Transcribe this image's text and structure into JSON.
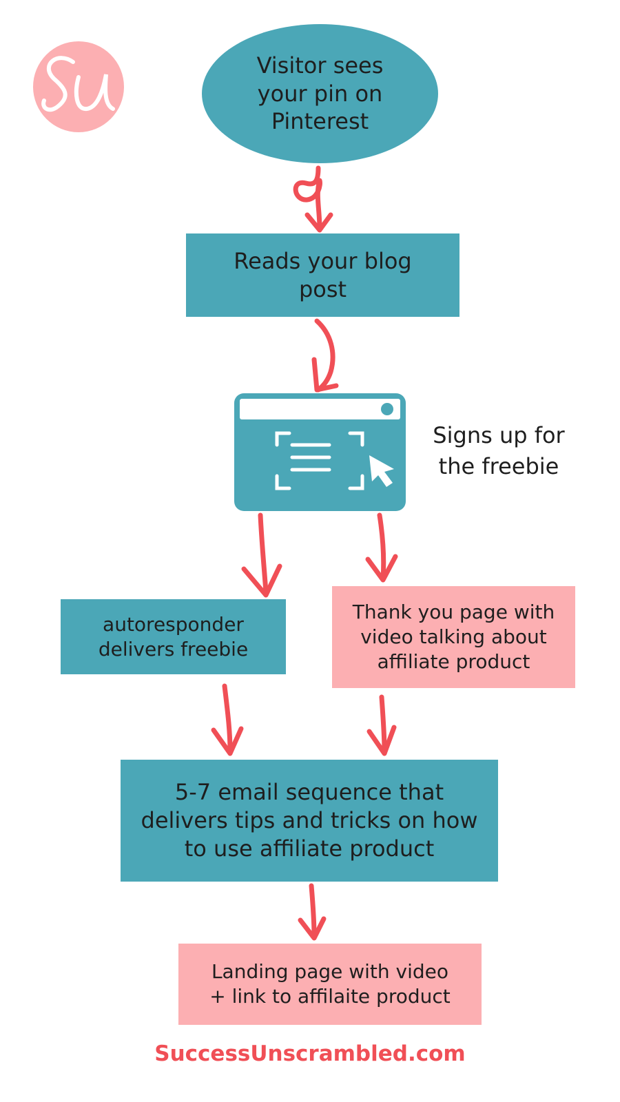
{
  "brand": {
    "logo_monogram": "SU",
    "footer": "SuccessUnscrambled.com"
  },
  "colors": {
    "teal": "#4ba7b7",
    "pink": "#fcafb2",
    "arrow_red": "#f04f56",
    "text": "#1e1e1e"
  },
  "flow": {
    "visitor": "Visitor sees\nyour pin on\nPinterest",
    "blog": "Reads your blog\npost",
    "signup": "Signs up for\nthe freebie",
    "autoresponder": "autoresponder\ndelivers freebie",
    "thank_you": "Thank you page with\nvideo talking about\naffiliate product",
    "email_sequence": "5-7 email sequence that\ndelivers tips and tricks on how\nto use affiliate product",
    "landing": "Landing page with video\n+ link to affilaite product"
  },
  "icons": {
    "logo": "su-monogram-logo",
    "signup": "browser-form-cursor-icon",
    "arrows": "hand-drawn-arrow"
  }
}
